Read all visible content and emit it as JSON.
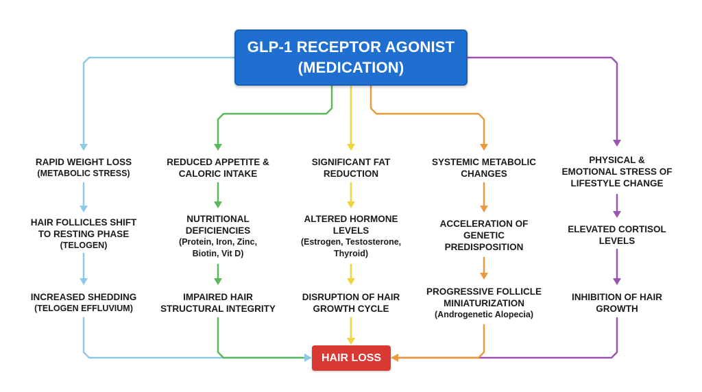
{
  "root": {
    "lines": [
      "GLP-1 RECEPTOR AGONIST",
      "(MEDICATION)"
    ],
    "color": "#1f6fd1"
  },
  "result": {
    "label": "HAIR LOSS",
    "color": "#d83a33"
  },
  "pathways": [
    {
      "color": "#8ec9e6",
      "steps": [
        {
          "lines": [
            "RAPID WEIGHT LOSS",
            "(METABOLIC STRESS)"
          ]
        },
        {
          "lines": [
            "HAIR FOLLICLES SHIFT",
            "TO RESTING PHASE",
            "(TELOGEN)"
          ]
        },
        {
          "lines": [
            "INCREASED SHEDDING",
            "(TELOGEN EFFLUVIUM)"
          ]
        }
      ]
    },
    {
      "color": "#5cb85c",
      "steps": [
        {
          "lines": [
            "REDUCED APPETITE &",
            "CALORIC INTAKE"
          ]
        },
        {
          "lines": [
            "NUTRITIONAL",
            "DEFICIENCIES",
            "(Protein, Iron, Zinc,",
            "Biotin, Vit D)"
          ]
        },
        {
          "lines": [
            "IMPAIRED HAIR",
            "STRUCTURAL INTEGRITY"
          ]
        }
      ]
    },
    {
      "color": "#f2d43a",
      "steps": [
        {
          "lines": [
            "SIGNIFICANT FAT",
            "REDUCTION"
          ]
        },
        {
          "lines": [
            "ALTERED HORMONE",
            "LEVELS",
            "(Estrogen, Testosterone,",
            "Thyroid)"
          ]
        },
        {
          "lines": [
            "DISRUPTION OF HAIR",
            "GROWTH CYCLE"
          ]
        }
      ]
    },
    {
      "color": "#eb9a3c",
      "steps": [
        {
          "lines": [
            "SYSTEMIC METABOLIC",
            "CHANGES"
          ]
        },
        {
          "lines": [
            "ACCELERATION OF",
            "GENETIC",
            "PREDISPOSITION"
          ]
        },
        {
          "lines": [
            "PROGRESSIVE FOLLICLE",
            "MINIATURIZATION",
            "(Androgenetic Alopecia)"
          ]
        }
      ]
    },
    {
      "color": "#9b52b0",
      "steps": [
        {
          "lines": [
            "PHYSICAL &",
            "EMOTIONAL STRESS OF",
            "LIFESTYLE CHANGE"
          ]
        },
        {
          "lines": [
            "ELEVATED CORTISOL",
            "LEVELS"
          ]
        },
        {
          "lines": [
            "INHIBITION OF HAIR",
            "GROWTH"
          ]
        }
      ]
    }
  ]
}
